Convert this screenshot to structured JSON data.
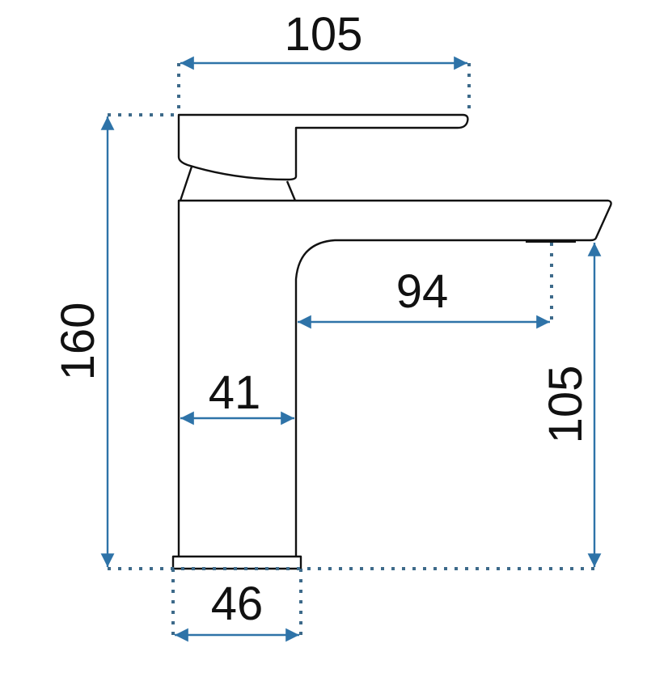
{
  "title": "Faucet dimension drawing",
  "dimensions": {
    "handle_length": "105",
    "total_height": "160",
    "spout_reach": "94",
    "body_width": "41",
    "spout_height": "105",
    "base_width": "46"
  },
  "colors": {
    "dimension_line": "#2e73a8",
    "outline": "#111111"
  }
}
